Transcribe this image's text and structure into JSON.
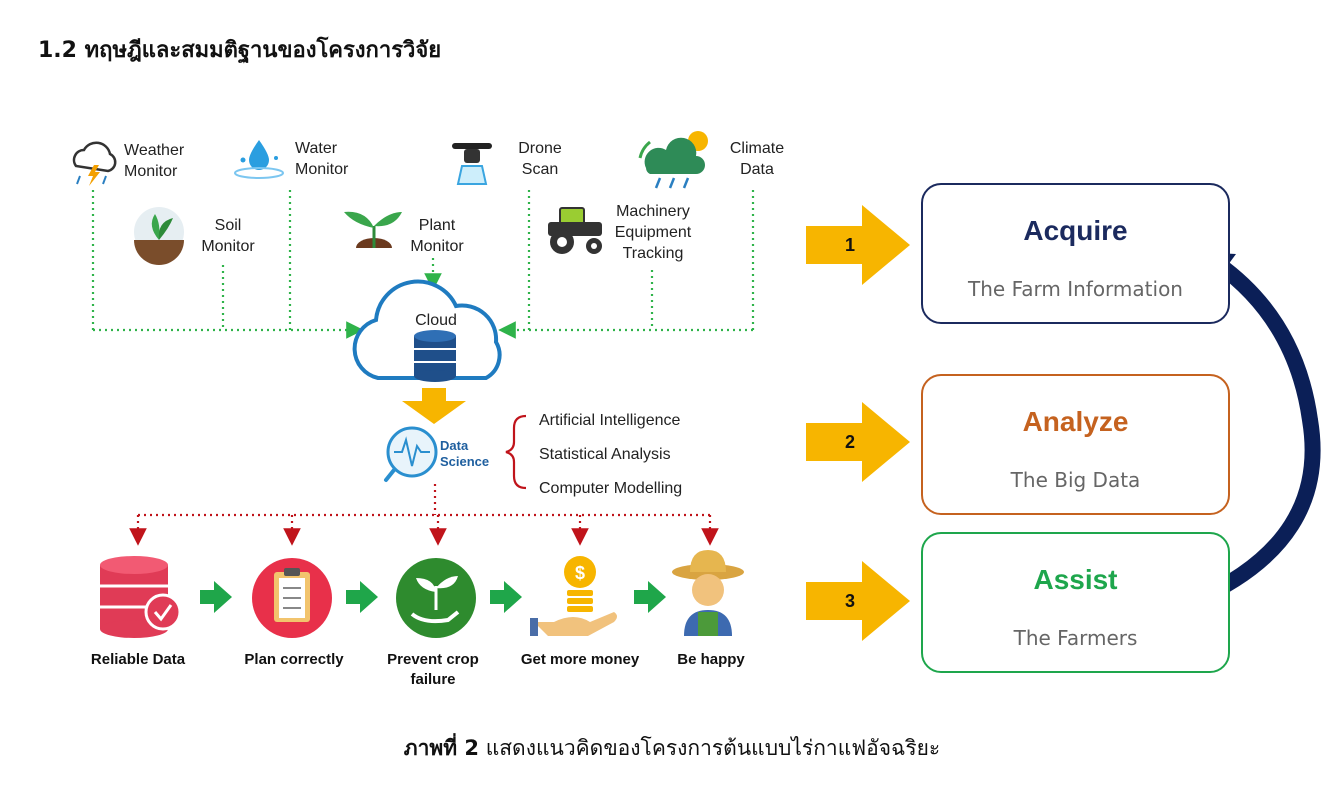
{
  "heading": "1.2 ทฤษฎีและสมมติฐานของโครงการวิจัย",
  "sources": {
    "weather": "Weather Monitor",
    "water": "Water Monitor",
    "drone": "Drone Scan",
    "climate": "Climate Data",
    "soil": "Soil Monitor",
    "plant": "Plant Monitor",
    "machinery": "Machinery Equipment Tracking"
  },
  "cloud_label": "Cloud",
  "data_science_label": "Data Science",
  "methods": [
    "Artificial Intelligence",
    "Statistical Analysis",
    "Computer Modelling"
  ],
  "outcomes": [
    {
      "label": "Reliable Data"
    },
    {
      "label": "Plan correctly"
    },
    {
      "label": "Prevent crop failure"
    },
    {
      "label": "Get more money"
    },
    {
      "label": "Be happy"
    }
  ],
  "steps": [
    {
      "number": "1",
      "title": "Acquire",
      "subtitle": "The Farm Information",
      "color": "#1b2a5e"
    },
    {
      "number": "2",
      "title": "Analyze",
      "subtitle": "The Big Data",
      "color": "#c5621f"
    },
    {
      "number": "3",
      "title": "Assist",
      "subtitle": "The Farmers",
      "color": "#1ea64c"
    }
  ],
  "caption": {
    "bold": "ภาพที่ 2",
    "text": "แสดงแนวคิดของโครงการต้นแบบไร่กาแฟอัจฉริยะ"
  },
  "colors": {
    "dotted_green": "#2fb34a",
    "dotted_red": "#c0141b",
    "yellow_arrow": "#f7b500",
    "green_arrow": "#1fa64a",
    "cloud_blue": "#1f7bc0",
    "navy_arrow": "#0b1f57"
  }
}
